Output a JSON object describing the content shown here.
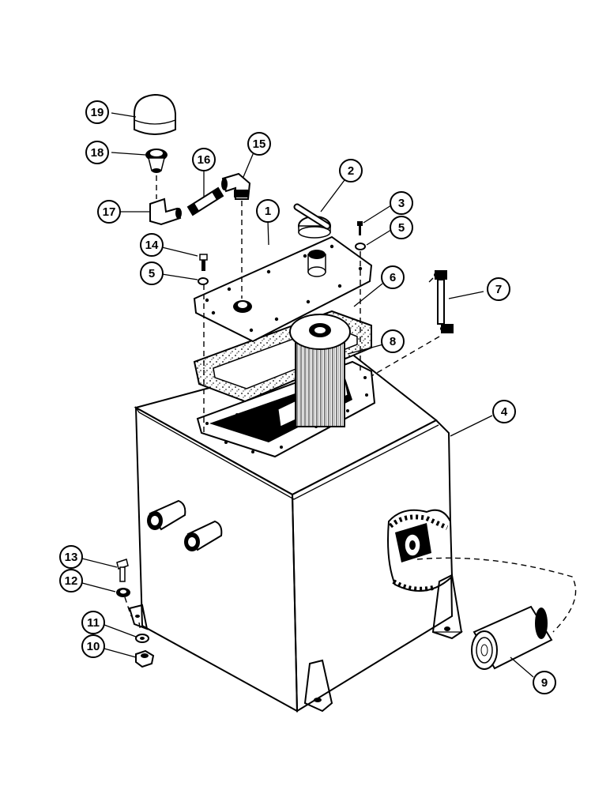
{
  "callouts": [
    {
      "id": "c1",
      "label": "1"
    },
    {
      "id": "c2",
      "label": "2"
    },
    {
      "id": "c3",
      "label": "3"
    },
    {
      "id": "c4",
      "label": "4"
    },
    {
      "id": "c5a",
      "label": "5"
    },
    {
      "id": "c5b",
      "label": "5"
    },
    {
      "id": "c6",
      "label": "6"
    },
    {
      "id": "c7",
      "label": "7"
    },
    {
      "id": "c8",
      "label": "8"
    },
    {
      "id": "c9",
      "label": "9"
    },
    {
      "id": "c10",
      "label": "10"
    },
    {
      "id": "c11",
      "label": "11"
    },
    {
      "id": "c12",
      "label": "12"
    },
    {
      "id": "c13",
      "label": "13"
    },
    {
      "id": "c14",
      "label": "14"
    },
    {
      "id": "c15",
      "label": "15"
    },
    {
      "id": "c16",
      "label": "16"
    },
    {
      "id": "c17",
      "label": "17"
    },
    {
      "id": "c18",
      "label": "18"
    },
    {
      "id": "c19",
      "label": "19"
    }
  ]
}
